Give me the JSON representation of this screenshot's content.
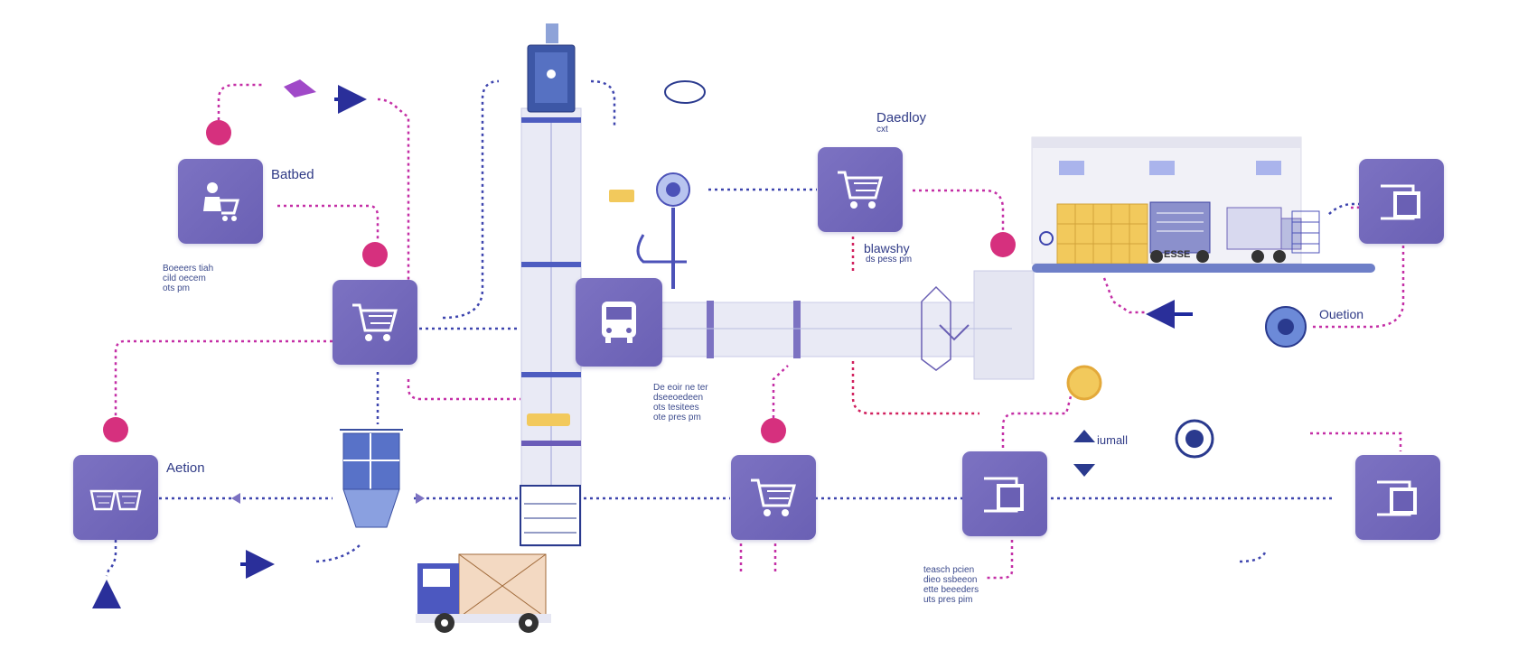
{
  "labels": {
    "batched": "Batbed",
    "action": "Aetion",
    "deadby": "Daedloy",
    "deadby_sub": "cxt",
    "blaveshy": "blawshy",
    "blaveshy_sub": "ds pess pm",
    "ouetion": "Ouetion",
    "iumall": "iumall",
    "truck_plate": "ESSE"
  },
  "notes": {
    "left": [
      "Boeeers tiah",
      "cild oecem",
      "ots pm"
    ],
    "center": [
      "De eoir ne ter",
      "dseeoedeen",
      "ots tesitees",
      "ote pres pm"
    ],
    "bottom": [
      "teasch pcien",
      "dieo ssbeeon",
      "ette beeeders",
      "uts pres pim"
    ]
  },
  "colors": {
    "node": "#6f65b8",
    "pink": "#d6307e",
    "navy": "#3a3fa0",
    "dot_blue": "#4c52b8",
    "dot_magenta": "#c42fa6",
    "pipe": "#e6e7f3",
    "yellow": "#f2c95c"
  },
  "icons": {
    "node_batched": "person-with-cart-icon",
    "node_cart_left": "shopping-cart-icon",
    "node_baskets": "baskets-icon",
    "node_cart_top": "shopping-cart-icon",
    "node_cart_bottom": "shopping-cart-icon",
    "node_monitor_right": "monitor-icon",
    "node_screen_mid": "monitor-icon",
    "node_screen_bottom_right": "monitor-icon",
    "node_bus": "bus-icon"
  }
}
